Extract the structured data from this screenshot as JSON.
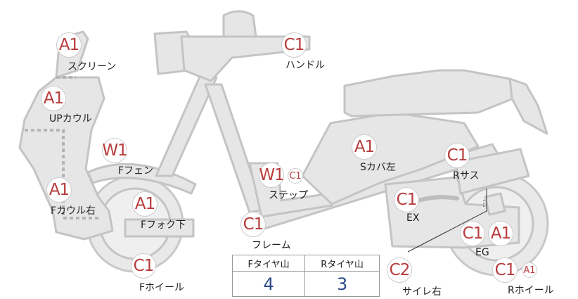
{
  "parts": [
    {
      "id": "screen",
      "grades": [
        "A1"
      ],
      "label": "スクリーン"
    },
    {
      "id": "upper-cowl",
      "grades": [
        "A1"
      ],
      "label": "UPカウル"
    },
    {
      "id": "handle",
      "grades": [
        "C1"
      ],
      "label": "ハンドル"
    },
    {
      "id": "front-fender",
      "grades": [
        "W1"
      ],
      "label": "Fフェン"
    },
    {
      "id": "front-cowl-right",
      "grades": [
        "A1"
      ],
      "label": "Fカウル右"
    },
    {
      "id": "front-fork-lower",
      "grades": [
        "A1"
      ],
      "label": "Fフォク下"
    },
    {
      "id": "front-wheel",
      "grades": [
        "C1"
      ],
      "label": "Fホイール"
    },
    {
      "id": "step",
      "grades": [
        "W1",
        "C1"
      ],
      "label": "ステップ"
    },
    {
      "id": "frame",
      "grades": [
        "C1"
      ],
      "label": "フレーム"
    },
    {
      "id": "side-cover-left",
      "grades": [
        "A1"
      ],
      "label": "Sカバ左"
    },
    {
      "id": "rear-suspension",
      "grades": [
        "C1"
      ],
      "label": "Rサス"
    },
    {
      "id": "exhaust",
      "grades": [
        "C1"
      ],
      "label": "EX"
    },
    {
      "id": "engine",
      "grades": [
        "C1",
        "A1"
      ],
      "label": "EG"
    },
    {
      "id": "silencer-right",
      "grades": [
        "C2"
      ],
      "label": "サイレ右"
    },
    {
      "id": "rear-wheel",
      "grades": [
        "C1",
        "A1"
      ],
      "label": "Rホイール"
    }
  ],
  "tread_table": {
    "headers": [
      "Fタイヤ山",
      "Rタイヤ山"
    ],
    "values": [
      "4",
      "3"
    ]
  }
}
